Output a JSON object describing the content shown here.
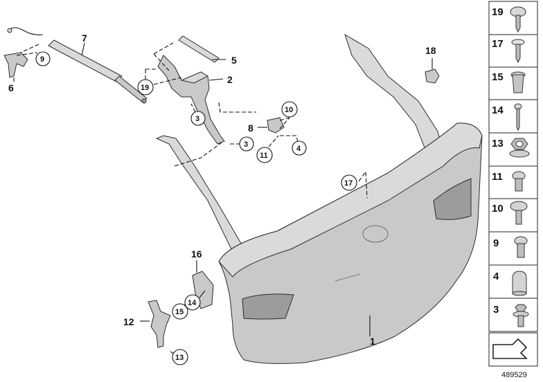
{
  "diagram": {
    "reference_number": "489529",
    "callouts": {
      "p1": "1",
      "p2": "2",
      "p3a": "3",
      "p3b": "3",
      "p4": "4",
      "p5": "5",
      "p6": "6",
      "p7": "7",
      "p8": "8",
      "p9": "9",
      "p10": "10",
      "p11": "11",
      "p12": "12",
      "p13": "13",
      "p14": "14",
      "p15": "15",
      "p16": "16",
      "p17": "17",
      "p18": "18",
      "p19": "19"
    }
  },
  "legend": {
    "items": [
      {
        "label": "19",
        "icon": "torx-screw-icon"
      },
      {
        "label": "17",
        "icon": "plastic-rivet-icon"
      },
      {
        "label": "15",
        "icon": "expansion-nut-icon"
      },
      {
        "label": "14",
        "icon": "long-bolt-icon"
      },
      {
        "label": "13",
        "icon": "hex-flange-nut-icon"
      },
      {
        "label": "11",
        "icon": "torx-bolt-icon"
      },
      {
        "label": "10",
        "icon": "torx-bolt-washer-icon"
      },
      {
        "label": "9",
        "icon": "torx-bolt-short-icon"
      },
      {
        "label": "4",
        "icon": "rubber-cap-icon"
      },
      {
        "label": "3",
        "icon": "hex-flange-bolt-icon"
      }
    ],
    "nav_icon": "arrow-symbol-icon"
  }
}
